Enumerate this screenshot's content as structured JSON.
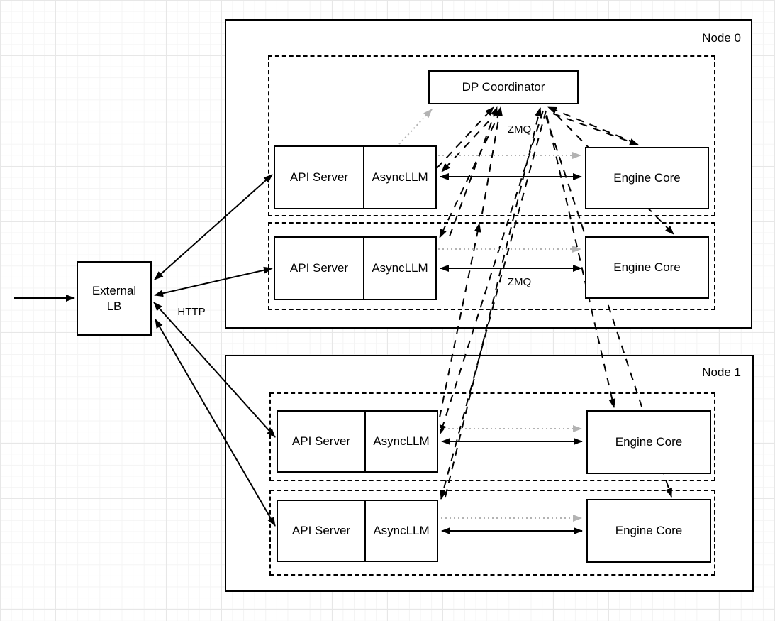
{
  "diagram_title": "",
  "nodes": {
    "node0_label": "Node 0",
    "node1_label": "Node 1"
  },
  "external_lb": {
    "label": "External\nLB"
  },
  "dp_coordinator": {
    "label": "DP Coordinator"
  },
  "labels": {
    "http": "HTTP",
    "zmq_coordinator": "ZMQ",
    "zmq_engine": "ZMQ"
  },
  "rows": {
    "n0r1": {
      "api": "API Server",
      "async": "AsyncLLM",
      "engine": "Engine Core"
    },
    "n0r2": {
      "api": "API Server",
      "async": "AsyncLLM",
      "engine": "Engine Core"
    },
    "n1r1": {
      "api": "API Server",
      "async": "AsyncLLM",
      "engine": "Engine Core"
    },
    "n1r2": {
      "api": "API Server",
      "async": "AsyncLLM",
      "engine": "Engine Core"
    }
  },
  "colors": {
    "stroke": "#000000",
    "muted_arrow": "#b3b3b3",
    "background": "#ffffff",
    "grid_minor": "#f4f4f4",
    "grid_major": "#e7e7e7"
  },
  "edges": {
    "solid": [
      [
        20,
        420,
        105,
        420,
        "end"
      ],
      [
        218,
        394,
        384,
        246,
        "both"
      ],
      [
        218,
        416,
        384,
        378,
        "both"
      ],
      [
        217,
        426,
        388,
        616,
        "both"
      ],
      [
        219,
        450,
        388,
        741,
        "both"
      ],
      [
        621,
        249,
        820,
        249,
        "both"
      ],
      [
        621,
        378,
        820,
        378,
        "both"
      ],
      [
        623,
        622,
        821,
        622,
        "both"
      ],
      [
        623,
        748,
        821,
        748,
        "both"
      ]
    ],
    "dashed": [
      [
        616,
        237,
        696,
        151,
        "end"
      ],
      [
        634,
        333,
        701,
        151,
        "end"
      ],
      [
        620,
        588,
        676,
        315,
        "end"
      ],
      [
        680,
        301,
        706,
        151,
        "end"
      ],
      [
        628,
        700,
        762,
        152,
        "end"
      ],
      [
        897,
        202,
        773,
        151,
        "end"
      ],
      [
        703,
        156,
        623,
        242,
        "end"
      ],
      [
        706,
        156,
        620,
        335,
        "end"
      ],
      [
        766,
        156,
        621,
        611,
        "end"
      ],
      [
        770,
        156,
        622,
        703,
        "end"
      ],
      [
        780,
        160,
        900,
        204,
        "end"
      ],
      [
        785,
        162,
        950,
        330,
        "end"
      ],
      [
        771,
        162,
        866,
        574,
        "end"
      ],
      [
        770,
        164,
        947,
        700,
        "end"
      ]
    ],
    "dotted_gray": [
      [
        563,
        203,
        609,
        154,
        "end"
      ],
      [
        618,
        219,
        819,
        219,
        "end"
      ],
      [
        618,
        351,
        819,
        351,
        "end"
      ],
      [
        620,
        604,
        820,
        604,
        "end"
      ],
      [
        622,
        730,
        820,
        730,
        "end"
      ]
    ]
  }
}
